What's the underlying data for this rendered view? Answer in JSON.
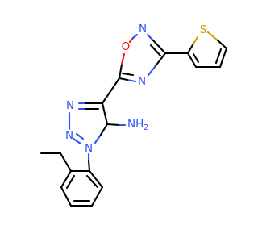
{
  "molecule": {
    "atoms": [
      {
        "id": "O1",
        "text": "O",
        "color": "#ff0d0d",
        "anchor": "middle"
      },
      {
        "id": "N_ox2",
        "text": "N",
        "color": "#3050f8",
        "anchor": "middle"
      },
      {
        "id": "N_ox4",
        "text": "N",
        "color": "#3050f8",
        "anchor": "middle"
      },
      {
        "id": "S_th",
        "text": "S",
        "color": "#c6a400",
        "anchor": "middle"
      },
      {
        "id": "N_tz3",
        "text": "N",
        "color": "#3050f8",
        "anchor": "middle"
      },
      {
        "id": "N_tz2",
        "text": "N",
        "color": "#3050f8",
        "anchor": "middle"
      },
      {
        "id": "N_tz1",
        "text": "N",
        "color": "#3050f8",
        "anchor": "middle"
      },
      {
        "id": "NH2",
        "text": "NH",
        "sub": "2",
        "color": "#3050f8",
        "anchor": "start"
      }
    ]
  }
}
